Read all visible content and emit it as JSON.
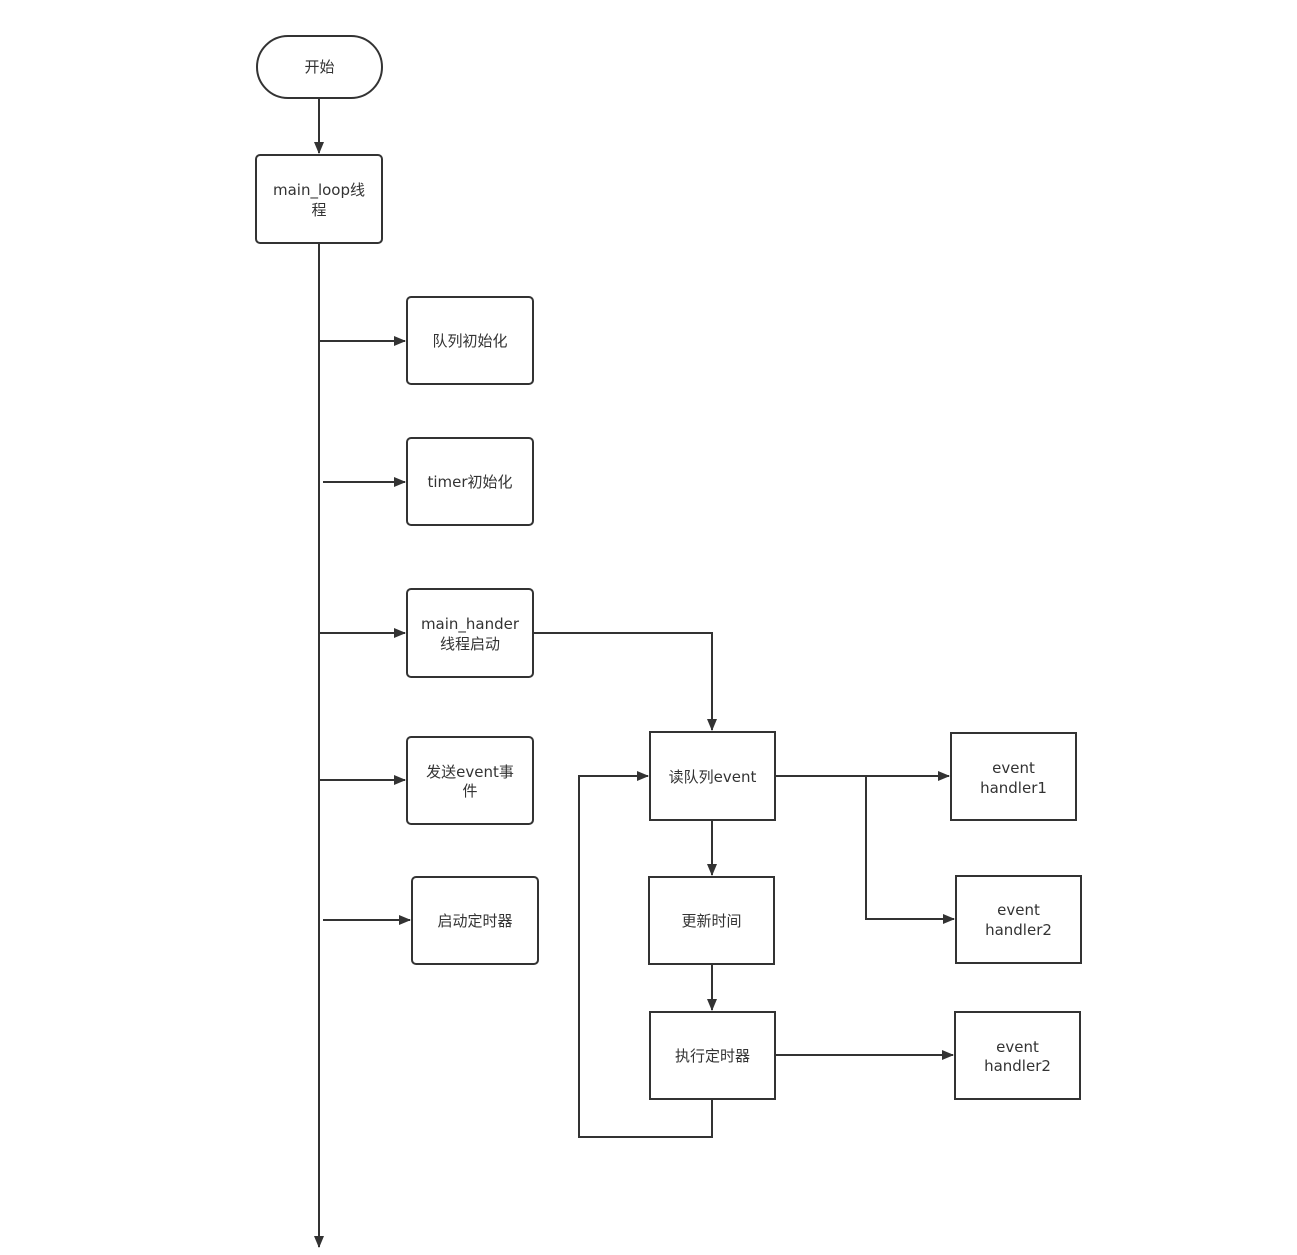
{
  "diagram": {
    "nodes": [
      {
        "id": "start",
        "lines": [
          "开始"
        ]
      },
      {
        "id": "main_loop",
        "lines": [
          "main_loop线",
          "程"
        ]
      },
      {
        "id": "queue_init",
        "lines": [
          "队列初始化"
        ]
      },
      {
        "id": "timer_init",
        "lines": [
          "timer初始化"
        ]
      },
      {
        "id": "main_hander",
        "lines": [
          "main_hander",
          "线程启动"
        ]
      },
      {
        "id": "send_event",
        "lines": [
          "发送event事",
          "件"
        ]
      },
      {
        "id": "start_timer",
        "lines": [
          "启动定时器"
        ]
      },
      {
        "id": "read_queue",
        "lines": [
          "读队列event"
        ]
      },
      {
        "id": "update_time",
        "lines": [
          "更新时间"
        ]
      },
      {
        "id": "exec_timer",
        "lines": [
          "执行定时器"
        ]
      },
      {
        "id": "handler1",
        "lines": [
          "event",
          "handler1"
        ]
      },
      {
        "id": "handler2a",
        "lines": [
          "event",
          "handler2"
        ]
      },
      {
        "id": "handler2b",
        "lines": [
          "event",
          "handler2"
        ]
      }
    ],
    "edges": [
      {
        "from": "start",
        "to": "main_loop"
      },
      {
        "from": "main_loop",
        "to": "queue_init"
      },
      {
        "from": "main_loop",
        "to": "timer_init"
      },
      {
        "from": "main_loop",
        "to": "main_hander"
      },
      {
        "from": "main_loop",
        "to": "send_event"
      },
      {
        "from": "main_loop",
        "to": "start_timer"
      },
      {
        "from": "main_hander",
        "to": "read_queue"
      },
      {
        "from": "read_queue",
        "to": "handler1"
      },
      {
        "from": "read_queue",
        "to": "handler2a"
      },
      {
        "from": "read_queue",
        "to": "update_time"
      },
      {
        "from": "update_time",
        "to": "exec_timer"
      },
      {
        "from": "exec_timer",
        "to": "handler2b"
      },
      {
        "from": "exec_timer",
        "to": "read_queue"
      }
    ]
  }
}
